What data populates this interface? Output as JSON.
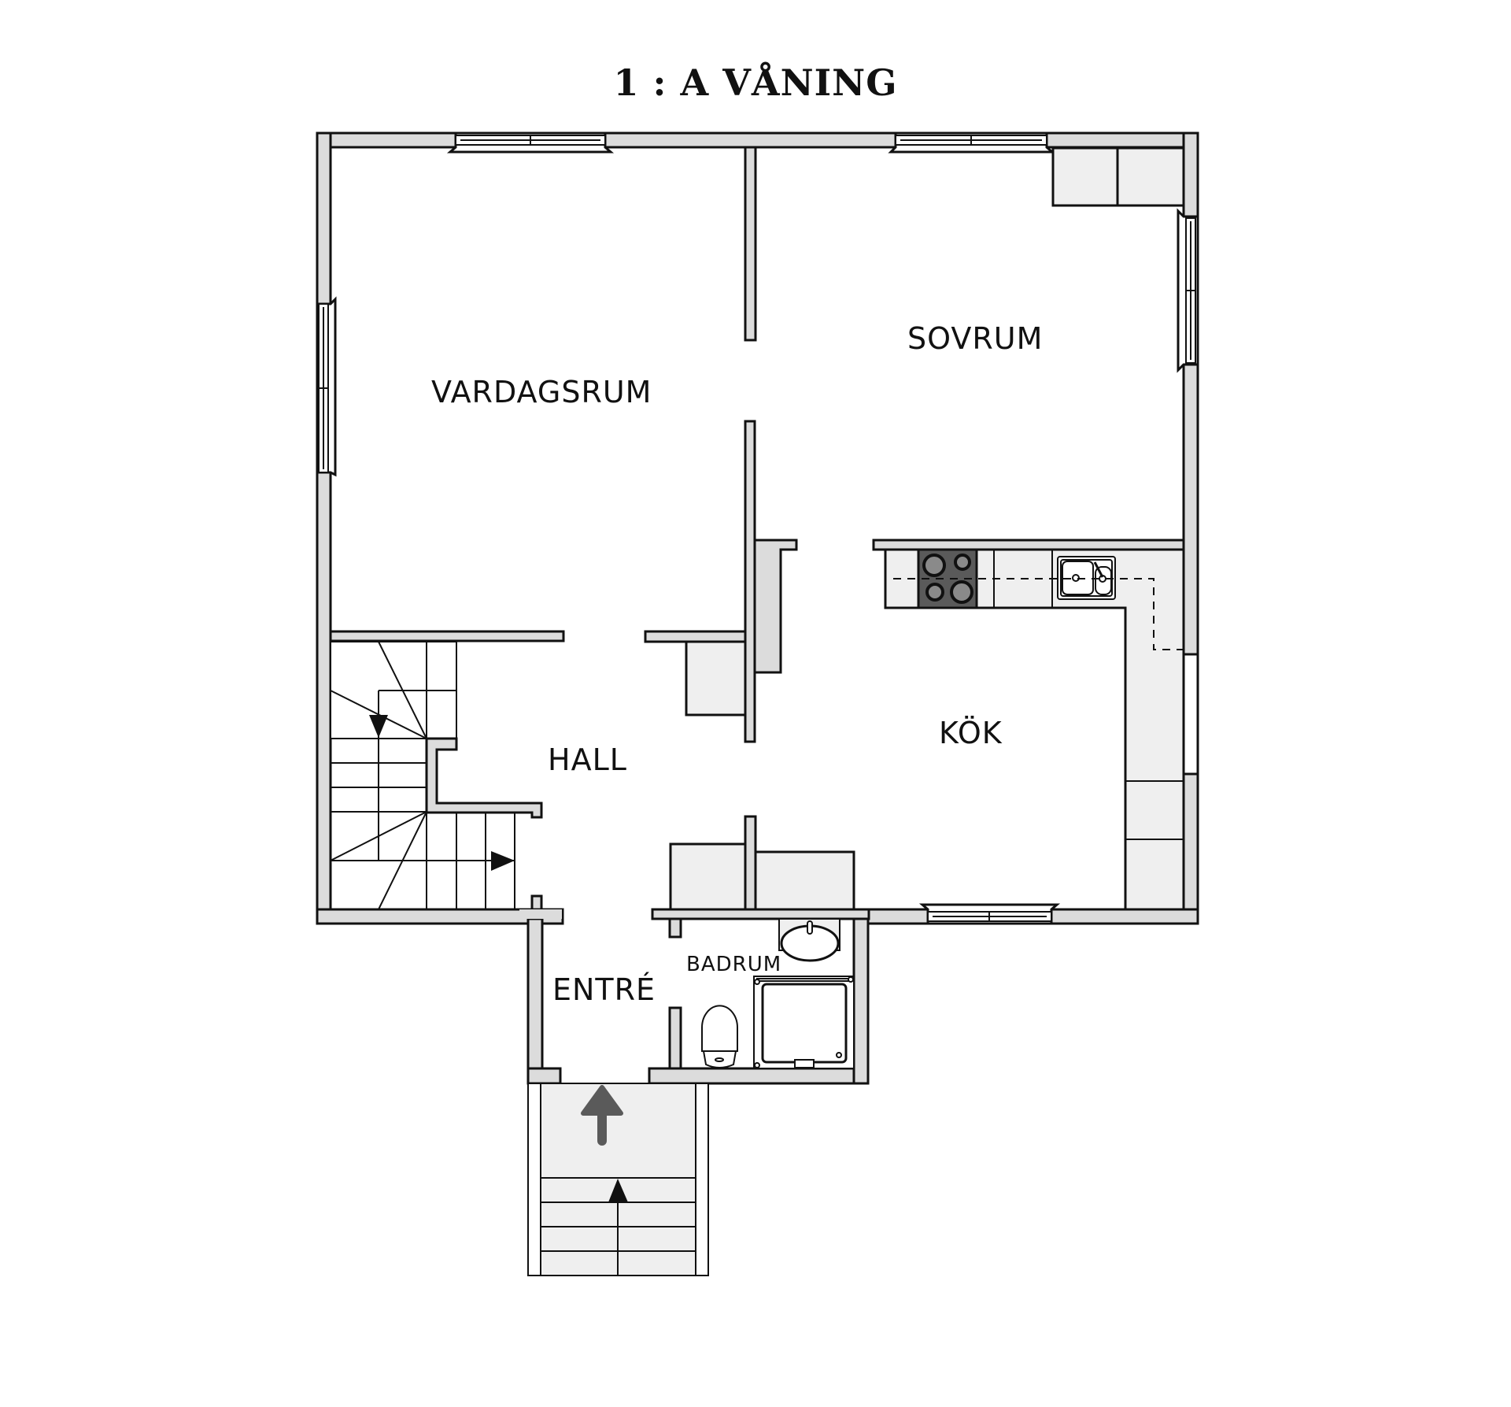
{
  "title": "1 : A VÅNING",
  "rooms": {
    "vardagsrum": "VARDAGSRUM",
    "sovrum": "SOVRUM",
    "hall": "HALL",
    "kok": "KÖK",
    "entre": "ENTRÉ",
    "badrum": "BADRUM"
  },
  "colors": {
    "wall_fill": "#dcdcdc",
    "furniture_fill": "#efefef",
    "stroke": "#111111",
    "stove": "#5a5a5a",
    "entry_arrow": "#5a5a5a"
  },
  "symbols": {
    "entry_arrow": "arrow-up-icon",
    "stair_up_arrow": "triangle-up-icon",
    "inner_stair_arrows": [
      "triangle-down-icon",
      "triangle-right-icon"
    ]
  }
}
